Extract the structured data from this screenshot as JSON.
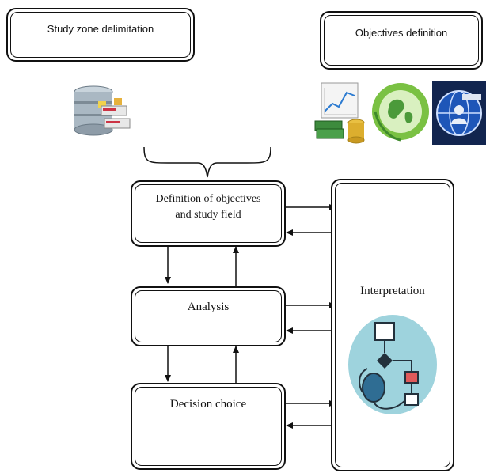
{
  "top_boxes": {
    "study_zone": "Study zone delimitation",
    "objectives": "Objectives definition"
  },
  "flow": {
    "definition": "Definition of objectives and study field",
    "analysis": "Analysis",
    "decision": "Decision choice",
    "interpretation": "Interpretation"
  },
  "icons": {
    "database": "database-stack-icon",
    "finance": "money-chart-icon",
    "environment": "globe-leaf-icon",
    "community": "community-globe-icon",
    "flowchart": "flowchart-icon"
  },
  "colors": {
    "stroke": "#111111",
    "flowchart_circle": "#9ed3dd",
    "flowchart_accent": "#e05a5a",
    "globe_blue": "#1e56b8",
    "leaf_green": "#7ac143"
  }
}
